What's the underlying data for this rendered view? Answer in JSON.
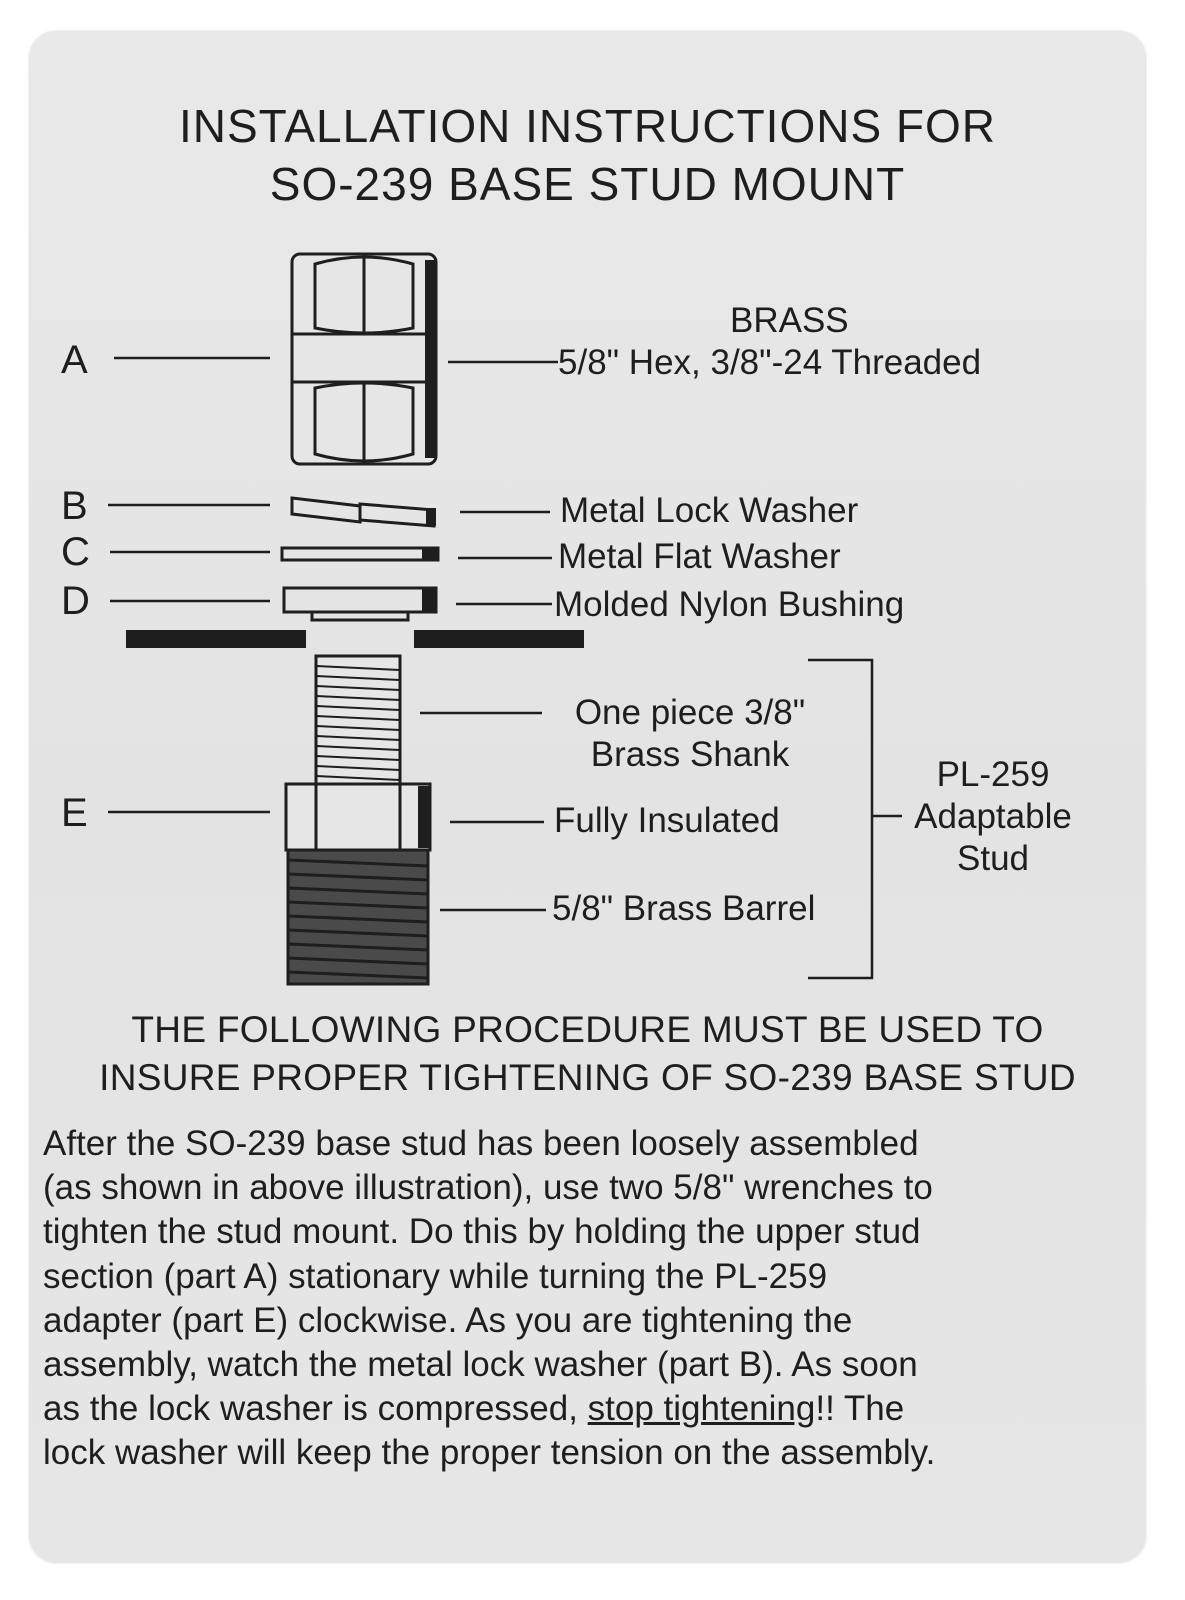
{
  "title": {
    "line1": "INSTALLATION INSTRUCTIONS FOR",
    "line2": "SO-239 BASE STUD MOUNT"
  },
  "parts": {
    "a": {
      "letter": "A",
      "material": "BRASS",
      "desc": "5/8\" Hex, 3/8\"-24 Threaded"
    },
    "b": {
      "letter": "B",
      "desc": "Metal Lock Washer"
    },
    "c": {
      "letter": "C",
      "desc": "Metal Flat Washer"
    },
    "d": {
      "letter": "D",
      "desc": "Molded Nylon Bushing"
    },
    "e": {
      "letter": "E",
      "shank_line1": "One piece 3/8\"",
      "shank_line2": "Brass Shank",
      "insulated": "Fully Insulated",
      "barrel": "5/8\" Brass Barrel"
    }
  },
  "bracket": {
    "line1": "PL-259",
    "line2": "Adaptable",
    "line3": "Stud"
  },
  "procedure": {
    "heading_line1": "THE FOLLOWING PROCEDURE MUST BE USED TO",
    "heading_line2": "INSURE PROPER TIGHTENING OF SO-239 BASE STUD",
    "lines": [
      "After the SO-239 base stud has been loosely assembled",
      "(as shown in above illustration), use two 5/8\" wrenches to",
      "tighten the stud mount. Do this by holding the upper stud",
      "section (part A) stationary while turning the PL-259",
      "adapter (part E) clockwise. As you are tightening the",
      "assembly, watch the metal lock washer (part B). As soon"
    ],
    "line7_before": "as the lock washer is compressed, ",
    "line7_emphasis": "stop tightening",
    "line7_after": "!! The",
    "line8": "lock washer will keep the proper tension on the assembly."
  }
}
